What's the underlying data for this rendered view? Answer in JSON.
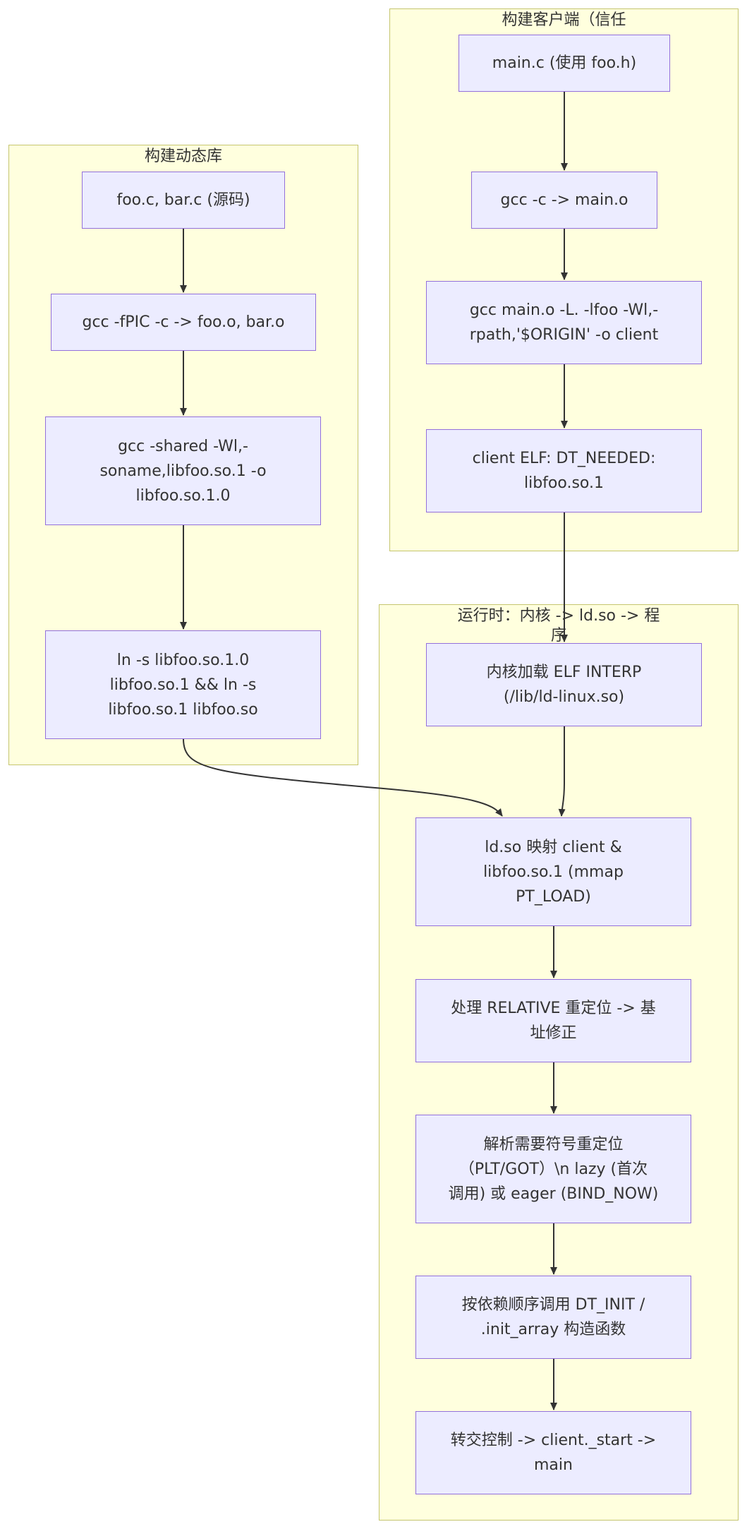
{
  "clusters": {
    "build_lib": {
      "title": "构建动态库"
    },
    "build_client": {
      "title": "构建客户端（信任"
    },
    "runtime": {
      "title": "运行时：内核 -> ld.so -> 程\n序"
    }
  },
  "nodes": {
    "lib_src": "foo.c, bar.c (源码)",
    "lib_compile": "gcc -fPIC -c -> foo.o, bar.o",
    "lib_link": "gcc -shared -Wl,-\nsoname,libfoo.so.1 -o\nlibfoo.so.1.0",
    "lib_symlink": "ln -s libfoo.so.1.0\nlibfoo.so.1 && ln -s\nlibfoo.so.1 libfoo.so",
    "client_src": "main.c (使用 foo.h)",
    "client_compile": "gcc -c -> main.o",
    "client_link": "gcc main.o -L. -lfoo -Wl,-\nrpath,'$ORIGIN' -o client",
    "client_elf": "client ELF: DT_NEEDED:\nlibfoo.so.1",
    "rt_kernel": "内核加载 ELF INTERP\n(/lib/ld-linux.so)",
    "rt_mmap": "ld.so 映射 client &\nlibfoo.so.1 (mmap\nPT_LOAD)",
    "rt_relative": "处理 RELATIVE 重定位 -> 基\n址修正",
    "rt_symbols": "解析需要符号重定位\n（PLT/GOT）\\n lazy (首次\n调用) 或 eager (BIND_NOW)",
    "rt_init": "按依赖顺序调用 DT_INIT /\n.init_array 构造函数",
    "rt_start": "转交控制 -> client._start ->\nmain"
  },
  "colors": {
    "cluster_fill": "#ffffde",
    "cluster_border": "#c5c56e",
    "node_fill": "#ececff",
    "node_border": "#9370db",
    "edge": "#333333",
    "text": "#333333"
  }
}
